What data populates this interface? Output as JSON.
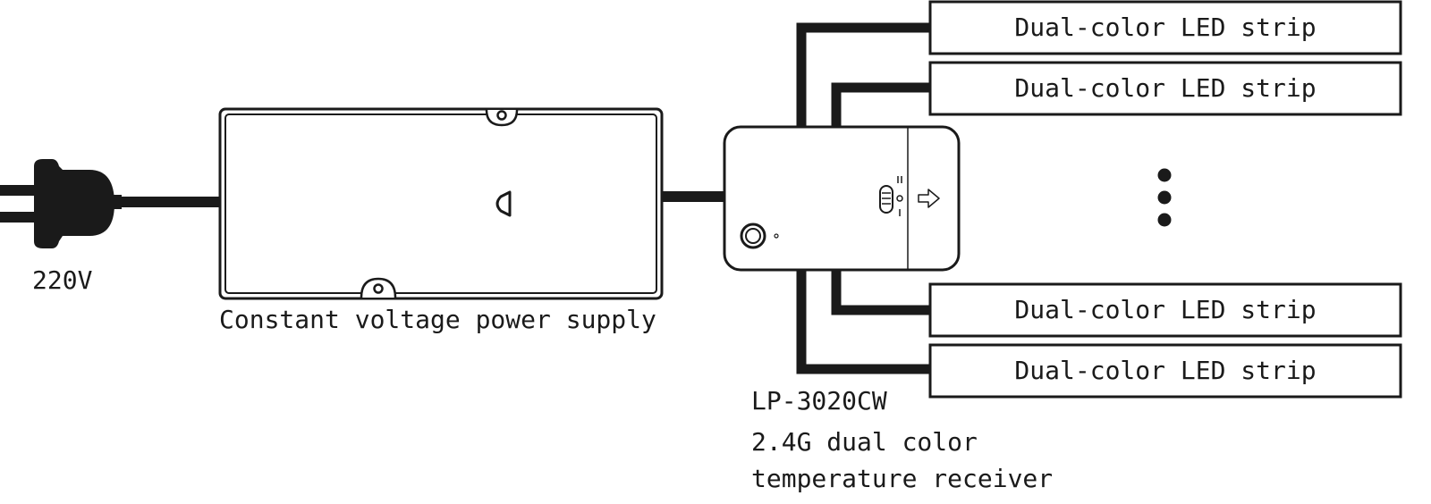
{
  "labels": {
    "plug_voltage": "220V",
    "power_supply": "Constant voltage power supply",
    "receiver_model": "LP-3020CW",
    "receiver_desc_line1": "2.4G dual color",
    "receiver_desc_line2": "temperature receiver"
  },
  "led_strips": [
    {
      "label": "Dual-color LED strip"
    },
    {
      "label": "Dual-color LED strip"
    },
    {
      "label": "Dual-color LED strip"
    },
    {
      "label": "Dual-color LED strip"
    }
  ],
  "colors": {
    "line": "#1a1a1a",
    "background": "#ffffff"
  }
}
